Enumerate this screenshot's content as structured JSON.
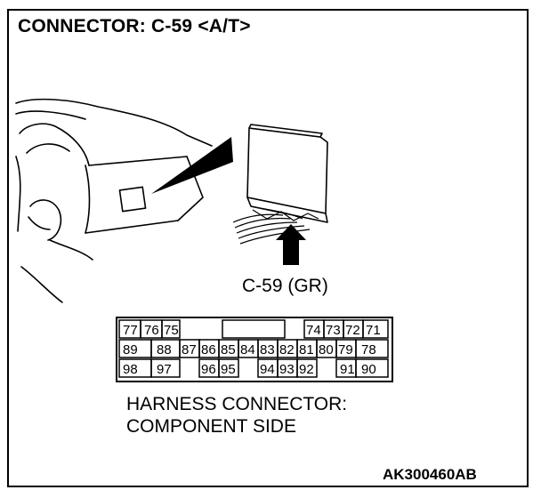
{
  "title": "CONNECTOR: C-59 <A/T>",
  "connector_label": "C-59 (GR)",
  "caption": {
    "line1": "HARNESS CONNECTOR:",
    "line2": "COMPONENT SIDE"
  },
  "figure_code": "AK300460AB",
  "pins": {
    "row1": [
      "77",
      "76",
      "75",
      "",
      "",
      "",
      "",
      "",
      "",
      "",
      "74",
      "73",
      "72",
      "71"
    ],
    "row2": [
      "89",
      "88",
      "87",
      "86",
      "85",
      "84",
      "83",
      "82",
      "81",
      "80",
      "79",
      "78"
    ],
    "row3": [
      "98",
      "97",
      "",
      "96",
      "95",
      "",
      "94",
      "93",
      "92",
      "",
      "91",
      "90"
    ]
  }
}
